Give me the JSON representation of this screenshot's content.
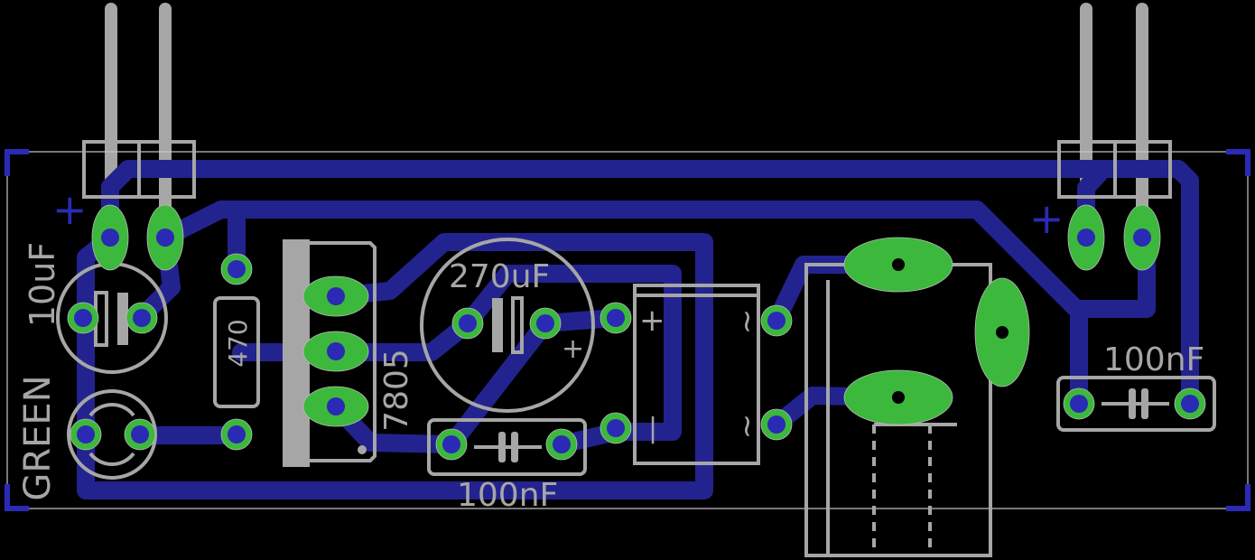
{
  "board": {
    "title": "PCB layout - 5V regulator with bridge rectifier",
    "colors": {
      "background": "#000000",
      "trace": "#23238f",
      "pad": "#3cb83c",
      "drill": "#2a2ab4",
      "silkscreen": "#a6a6a6"
    }
  },
  "labels": {
    "c_10uf": "10uF",
    "led": "GREEN",
    "resistor": "470",
    "regulator": "7805",
    "c_270uf": "270uF",
    "c_100nf_a": "100nF",
    "c_100nf_b": "100nF",
    "plus_left": "+",
    "plus_right": "+",
    "plus_270uf": "+",
    "bridge_plus": "+",
    "bridge_minus": "|",
    "bridge_ac1": "~",
    "bridge_ac2": "~"
  }
}
